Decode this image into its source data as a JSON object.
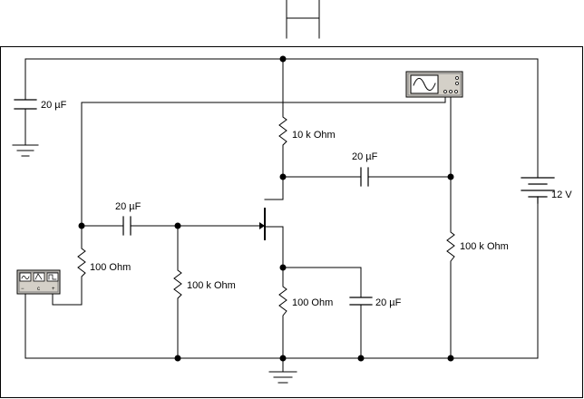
{
  "labels": {
    "c_supply": "20 µF",
    "r_gate": "100  Ohm",
    "c_in": "20 µF",
    "r_bias": "100 k Ohm",
    "r_drain": "10 k Ohm",
    "c_out": "20 µF",
    "r_load": "100 k Ohm",
    "battery": "12 V",
    "r_source": "100  Ohm",
    "c_source": "20 µF"
  },
  "icons": {
    "oscilloscope": "oscilloscope-icon",
    "function_generator": "function-generator-icon",
    "battery": "battery-icon",
    "ground": "ground-icon",
    "transistor": "jfet-transistor-icon"
  },
  "colors": {
    "wire": "#000000",
    "junction": "#000000",
    "instrument_face": "#d4d0c8",
    "background": "#ffffff"
  }
}
